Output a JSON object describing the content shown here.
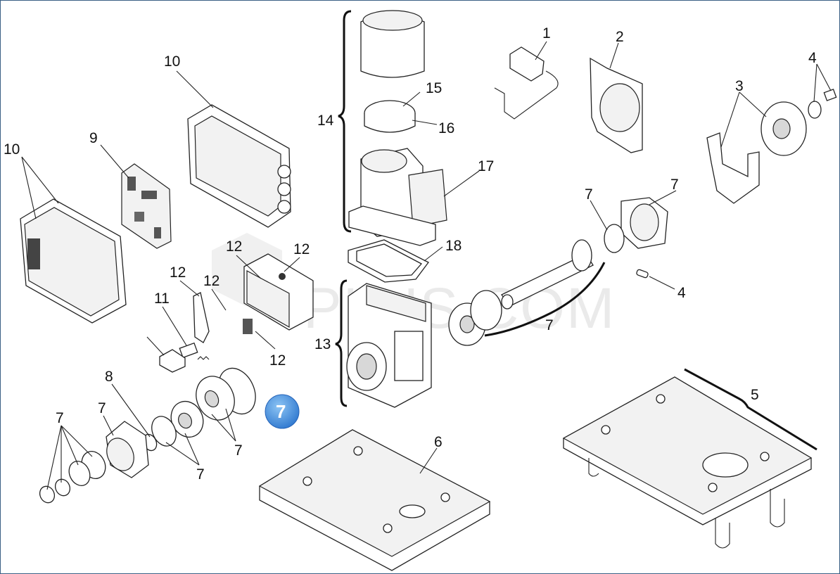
{
  "watermark": "PLUS.COM",
  "highlight": {
    "label": "7",
    "color": "#3b82d6"
  },
  "callouts": [
    "1",
    "2",
    "3",
    "4",
    "4",
    "5",
    "6",
    "7",
    "7",
    "7",
    "7",
    "7",
    "7",
    "7",
    "7",
    "8",
    "9",
    "10",
    "10",
    "11",
    "12",
    "12",
    "12",
    "12",
    "12",
    "13",
    "14",
    "15",
    "16",
    "17",
    "18"
  ]
}
